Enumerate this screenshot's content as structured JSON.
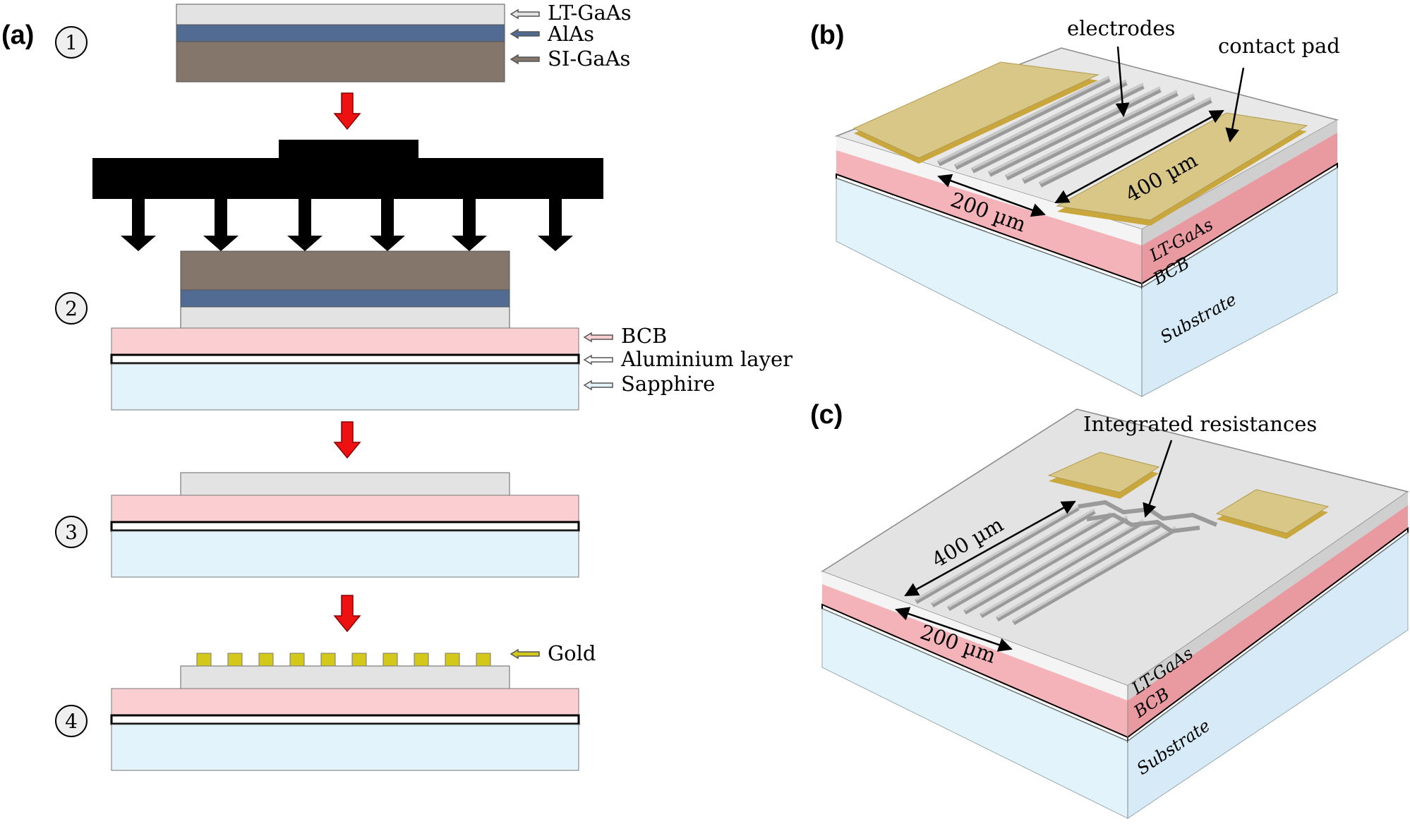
{
  "panels": {
    "a": "(a)",
    "b": "(b)",
    "c": "(c)"
  },
  "steps": [
    "1",
    "2",
    "3",
    "4"
  ],
  "legend_step1": [
    "LT-GaAs",
    "AlAs",
    "SI-GaAs"
  ],
  "legend_step2": [
    "BCB",
    "Aluminium layer",
    "Sapphire"
  ],
  "legend_step4": [
    "Gold"
  ],
  "panel_b": {
    "electrodes": "electrodes",
    "contact_pad": "contact pad",
    "gap": "200 µm",
    "length": "400 µm",
    "layer_lt": "LT-GaAs",
    "layer_bcb": "BCB",
    "layer_sub": "Substrate"
  },
  "panel_c": {
    "resistances": "Integrated resistances",
    "gap": "200 µm",
    "length": "400 µm",
    "layer_lt": "LT-GaAs",
    "layer_bcb": "BCB",
    "layer_sub": "Substrate"
  },
  "colors": {
    "lt_gaas": "#e3e3e3",
    "alas": "#526b92",
    "si_gaas": "#84766b",
    "bcb": "#fbcfd2",
    "sapphire": "#e3f3fb",
    "gold": "#d4c91b",
    "pad": "#d6c57f",
    "arrow_red": "#ee1111"
  }
}
